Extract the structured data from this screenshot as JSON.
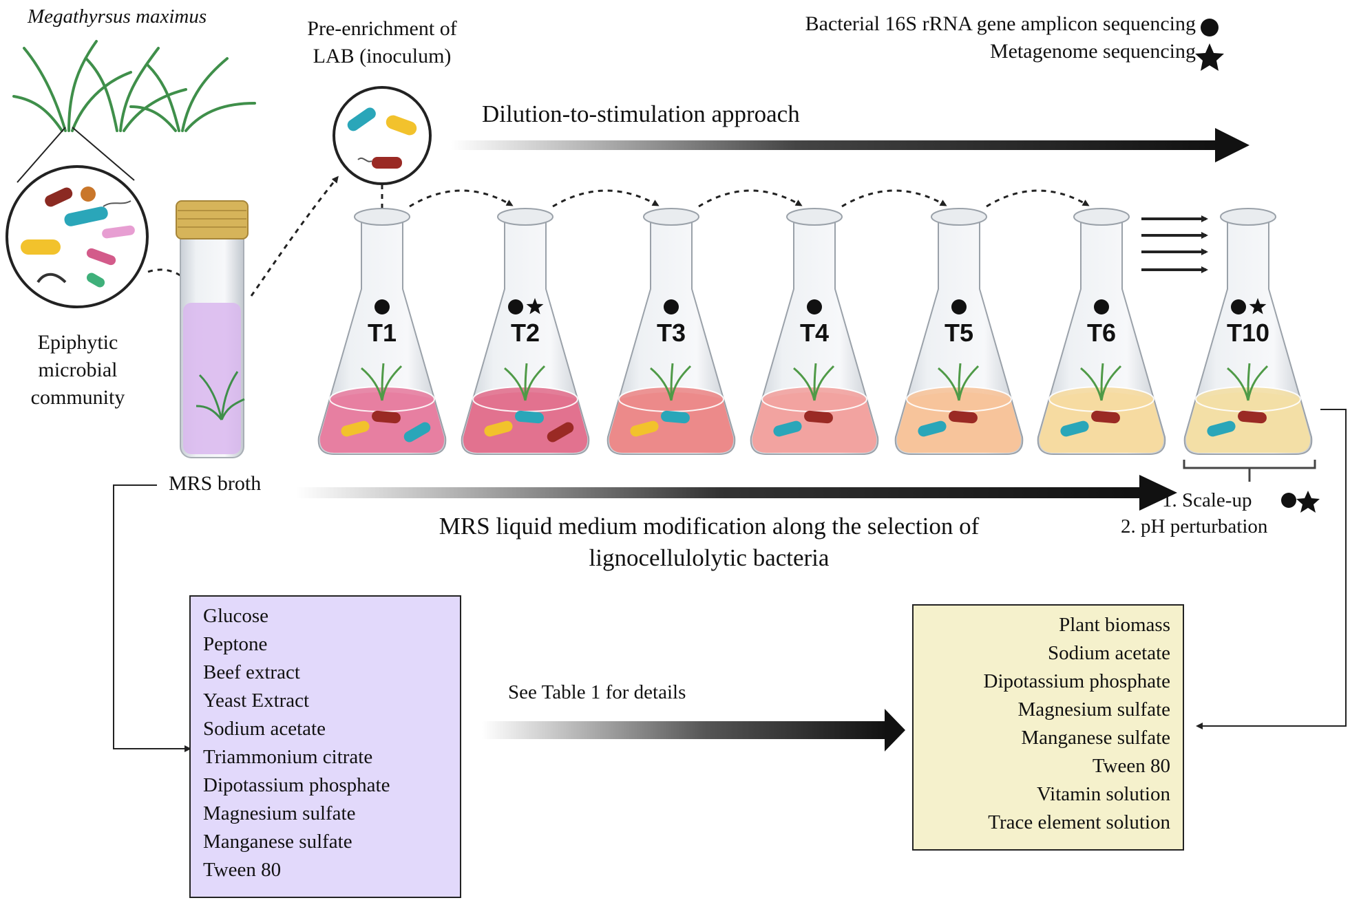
{
  "species": "Megathyrsus maximus",
  "epiphytic_label": [
    "Epiphytic",
    "microbial",
    "community"
  ],
  "mrs_broth_label": "MRS broth",
  "pre_enrichment_label": [
    "Pre-enrichment of",
    "LAB (inoculum)"
  ],
  "legend": {
    "amplicon": "Bacterial  16S rRNA gene amplicon  sequencing",
    "metagenome": "Metagenome  sequencing"
  },
  "dilution_label": "Dilution-to-stimulation approach",
  "flasks": [
    {
      "label": "T1",
      "markers": [
        "circle"
      ],
      "liquid": "#e77fa1"
    },
    {
      "label": "T2",
      "markers": [
        "circle",
        "star"
      ],
      "liquid": "#e2728f"
    },
    {
      "label": "T3",
      "markers": [
        "circle"
      ],
      "liquid": "#ec8a8a"
    },
    {
      "label": "T4",
      "markers": [
        "circle"
      ],
      "liquid": "#f2a3a0"
    },
    {
      "label": "T5",
      "markers": [
        "circle"
      ],
      "liquid": "#f7c49b"
    },
    {
      "label": "T6",
      "markers": [
        "circle"
      ],
      "liquid": "#f6dba1"
    },
    {
      "label": "T10",
      "markers": [
        "circle",
        "star"
      ],
      "liquid": "#f3dfa6"
    }
  ],
  "scale_up": [
    "1. Scale-up",
    "2. pH perturbation"
  ],
  "mrs_modification_label": [
    "MRS liquid medium modification along the selection of",
    "lignocellulolytic bacteria"
  ],
  "see_table": "See Table  1 for details",
  "mrs_components": [
    "Glucose",
    "Peptone",
    "Beef extract",
    "Yeast Extract",
    "Sodium acetate",
    "Triammonium  citrate",
    "Dipotassium phosphate",
    "Magnesium sulfate",
    "Manganese sulfate",
    "Tween 80"
  ],
  "modified_components": [
    "Plant biomass",
    "Sodium acetate",
    "Dipotassium phosphate",
    "Magnesium sulfate",
    "Manganese sulfate",
    "Tween 80",
    "Vitamin  solution",
    "Trace  element  solution"
  ],
  "colors": {
    "media_box": "#e2d9fb",
    "modified_box": "#f5f1cc",
    "vial_broth": "#d9b7ef",
    "cap": "#d6b45a"
  }
}
